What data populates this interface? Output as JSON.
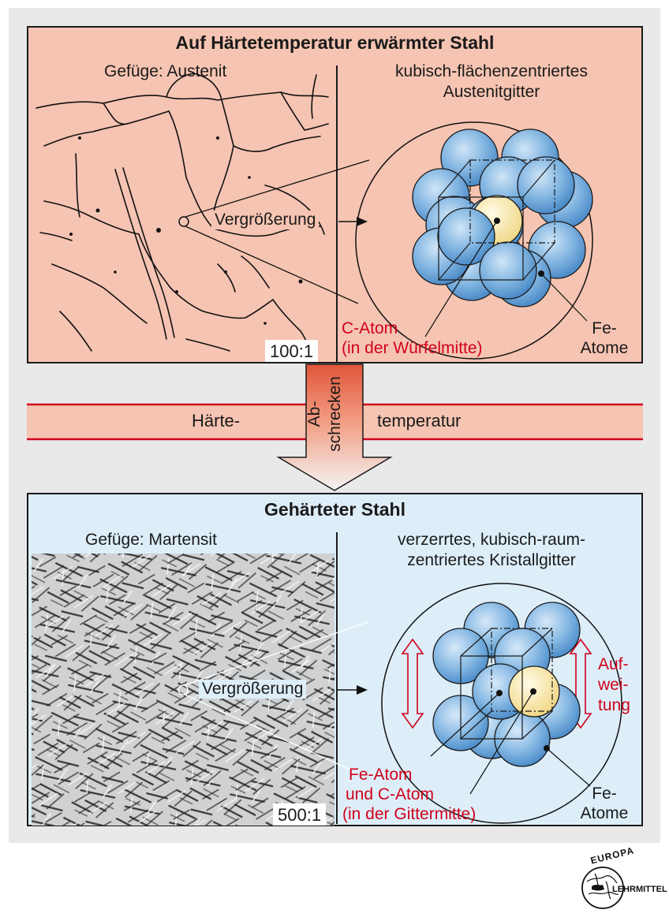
{
  "top": {
    "title": "Auf Härtetemperatur erwärmter Stahl",
    "structure_label": "Gefüge:  Austenit",
    "lattice_line1": "kubisch-flächenzentriertes",
    "lattice_line2": "Austenitgitter",
    "magnification_label": "Vergrößerung",
    "ratio": "100:1",
    "c_atom_line1": "C-Atom",
    "c_atom_line2": "(in der Würfelmitte)",
    "fe_line1": "Fe-",
    "fe_line2": "Atome"
  },
  "middle": {
    "band_left": "Härte-",
    "band_right": "temperatur",
    "arrow_line1": "Ab-",
    "arrow_line2": "schrecken"
  },
  "bottom": {
    "title": "Gehärteter Stahl",
    "structure_label": "Gefüge:  Martensit",
    "lattice_line1": "verzerrtes, kubisch-raum-",
    "lattice_line2": "zentriertes Kristallgitter",
    "magnification_label": "Vergrößerung",
    "ratio": "500:1",
    "expansion_line1": "Auf-",
    "expansion_line2": "wei-",
    "expansion_line3": "tung",
    "fe_c_line1": "Fe-Atom",
    "fe_c_line2": "und C-Atom",
    "fe_c_line3": "(in der Gittermitte)",
    "fe_line1": "Fe-",
    "fe_line2": "Atome"
  },
  "logo": {
    "top_text": "EUROPA",
    "side_text": "LEHRMITTEL"
  },
  "colors": {
    "austenite_panel": "#f6c4b2",
    "martensite_panel": "#ddeef9",
    "accent_red": "#d0021b",
    "fe_atom": "#6fa8dc",
    "c_atom": "#f7e6a6"
  }
}
